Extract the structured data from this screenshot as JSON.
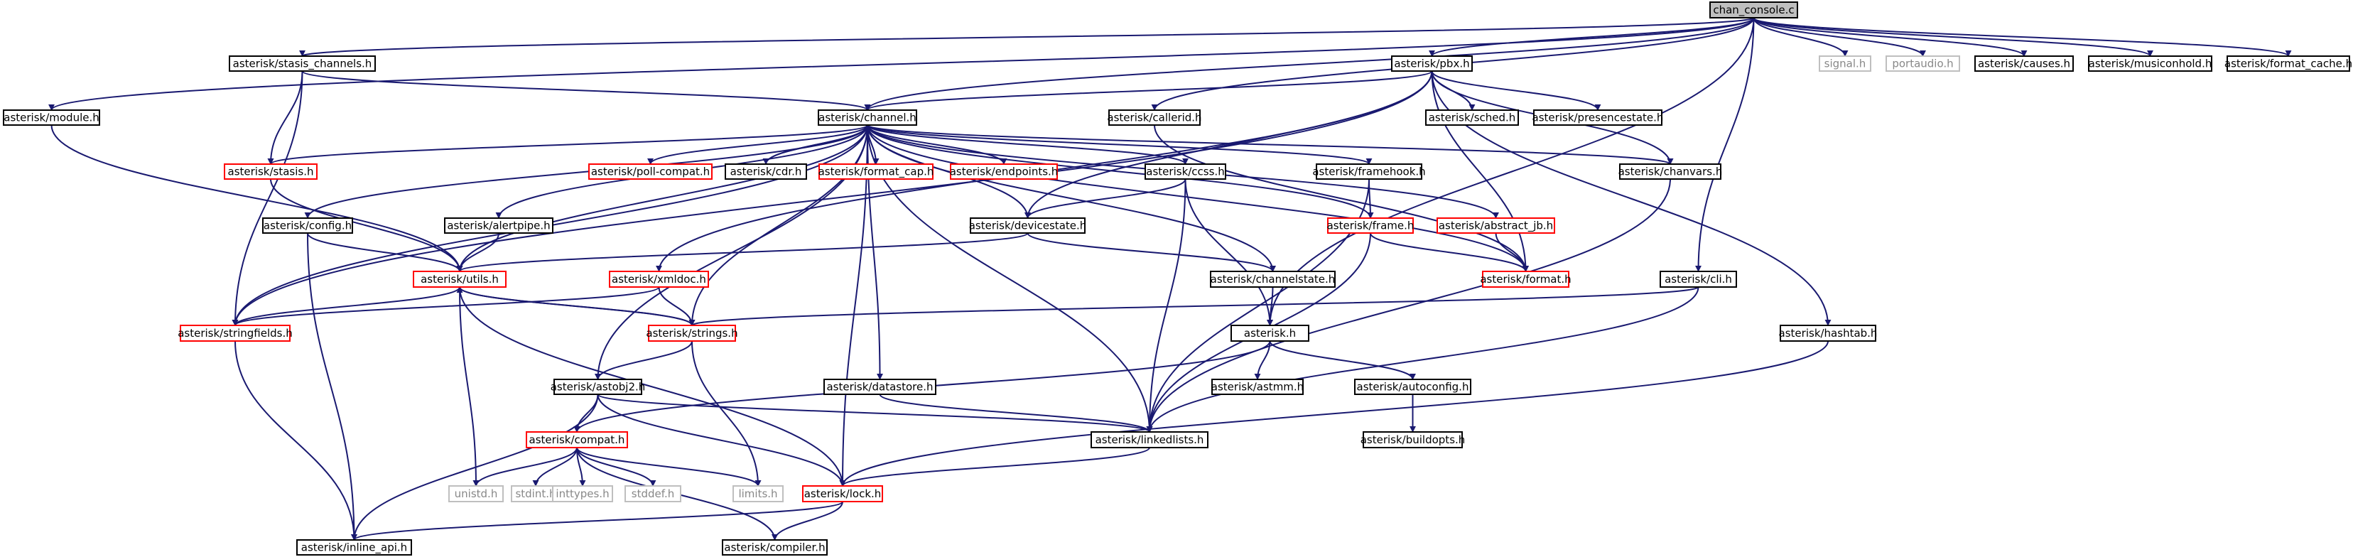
{
  "nodes": [
    {
      "id": "chan_console",
      "label": "chan_console.c",
      "kind": "root",
      "link": false
    },
    {
      "id": "stasis_channels",
      "label": "asterisk/stasis_channels.h",
      "kind": "normal",
      "link": true
    },
    {
      "id": "pbx",
      "label": "asterisk/pbx.h",
      "kind": "normal",
      "link": true
    },
    {
      "id": "signal",
      "label": "signal.h",
      "kind": "system",
      "link": false
    },
    {
      "id": "portaudio",
      "label": "portaudio.h",
      "kind": "system",
      "link": false
    },
    {
      "id": "causes",
      "label": "asterisk/causes.h",
      "kind": "normal",
      "link": true
    },
    {
      "id": "musiconhold",
      "label": "asterisk/musiconhold.h",
      "kind": "normal",
      "link": true
    },
    {
      "id": "format_cache",
      "label": "asterisk/format_cache.h",
      "kind": "normal",
      "link": true
    },
    {
      "id": "module",
      "label": "asterisk/module.h",
      "kind": "normal",
      "link": true
    },
    {
      "id": "channel",
      "label": "asterisk/channel.h",
      "kind": "normal",
      "link": true
    },
    {
      "id": "callerid",
      "label": "asterisk/callerid.h",
      "kind": "normal",
      "link": true
    },
    {
      "id": "sched",
      "label": "asterisk/sched.h",
      "kind": "normal",
      "link": true
    },
    {
      "id": "presencestate",
      "label": "asterisk/presencestate.h",
      "kind": "normal",
      "link": true
    },
    {
      "id": "stasis",
      "label": "asterisk/stasis.h",
      "kind": "truncated",
      "link": true
    },
    {
      "id": "poll_compat",
      "label": "asterisk/poll-compat.h",
      "kind": "truncated",
      "link": true
    },
    {
      "id": "cdr",
      "label": "asterisk/cdr.h",
      "kind": "normal",
      "link": true
    },
    {
      "id": "format_cap",
      "label": "asterisk/format_cap.h",
      "kind": "truncated",
      "link": true
    },
    {
      "id": "endpoints",
      "label": "asterisk/endpoints.h",
      "kind": "truncated",
      "link": true
    },
    {
      "id": "ccss",
      "label": "asterisk/ccss.h",
      "kind": "normal",
      "link": true
    },
    {
      "id": "framehook",
      "label": "asterisk/framehook.h",
      "kind": "normal",
      "link": true
    },
    {
      "id": "chanvars",
      "label": "asterisk/chanvars.h",
      "kind": "normal",
      "link": true
    },
    {
      "id": "config",
      "label": "asterisk/config.h",
      "kind": "normal",
      "link": true
    },
    {
      "id": "alertpipe",
      "label": "asterisk/alertpipe.h",
      "kind": "normal",
      "link": true
    },
    {
      "id": "devicestate",
      "label": "asterisk/devicestate.h",
      "kind": "normal",
      "link": true
    },
    {
      "id": "frame",
      "label": "asterisk/frame.h",
      "kind": "truncated",
      "link": true
    },
    {
      "id": "abstract_jb",
      "label": "asterisk/abstract_jb.h",
      "kind": "truncated",
      "link": true
    },
    {
      "id": "utils",
      "label": "asterisk/utils.h",
      "kind": "truncated",
      "link": true
    },
    {
      "id": "xmldoc",
      "label": "asterisk/xmldoc.h",
      "kind": "truncated",
      "link": true
    },
    {
      "id": "channelstate",
      "label": "asterisk/channelstate.h",
      "kind": "normal",
      "link": true
    },
    {
      "id": "format",
      "label": "asterisk/format.h",
      "kind": "truncated",
      "link": true
    },
    {
      "id": "cli",
      "label": "asterisk/cli.h",
      "kind": "normal",
      "link": true
    },
    {
      "id": "stringfields",
      "label": "asterisk/stringfields.h",
      "kind": "truncated",
      "link": true
    },
    {
      "id": "strings",
      "label": "asterisk/strings.h",
      "kind": "truncated",
      "link": true
    },
    {
      "id": "asterisk",
      "label": "asterisk.h",
      "kind": "normal",
      "link": true
    },
    {
      "id": "hashtab",
      "label": "asterisk/hashtab.h",
      "kind": "normal",
      "link": true
    },
    {
      "id": "astobj2",
      "label": "asterisk/astobj2.h",
      "kind": "normal",
      "link": true
    },
    {
      "id": "datastore",
      "label": "asterisk/datastore.h",
      "kind": "normal",
      "link": true
    },
    {
      "id": "astmm",
      "label": "asterisk/astmm.h",
      "kind": "normal",
      "link": true
    },
    {
      "id": "autoconfig",
      "label": "asterisk/autoconfig.h",
      "kind": "normal",
      "link": true
    },
    {
      "id": "compat",
      "label": "asterisk/compat.h",
      "kind": "truncated",
      "link": true
    },
    {
      "id": "linkedlists",
      "label": "asterisk/linkedlists.h",
      "kind": "normal",
      "link": true
    },
    {
      "id": "buildopts",
      "label": "asterisk/buildopts.h",
      "kind": "normal",
      "link": true
    },
    {
      "id": "unistd",
      "label": "unistd.h",
      "kind": "system",
      "link": false
    },
    {
      "id": "stdint",
      "label": "stdint.h",
      "kind": "system",
      "link": false
    },
    {
      "id": "inttypes",
      "label": "inttypes.h",
      "kind": "system",
      "link": false
    },
    {
      "id": "stddef",
      "label": "stddef.h",
      "kind": "system",
      "link": false
    },
    {
      "id": "limits",
      "label": "limits.h",
      "kind": "system",
      "link": false
    },
    {
      "id": "lock",
      "label": "asterisk/lock.h",
      "kind": "truncated",
      "link": true
    },
    {
      "id": "inline_api",
      "label": "asterisk/inline_api.h",
      "kind": "normal",
      "link": true
    },
    {
      "id": "compiler",
      "label": "asterisk/compiler.h",
      "kind": "normal",
      "link": true
    }
  ],
  "edges": [
    [
      "chan_console",
      "stasis_channels"
    ],
    [
      "chan_console",
      "pbx"
    ],
    [
      "chan_console",
      "signal"
    ],
    [
      "chan_console",
      "portaudio"
    ],
    [
      "chan_console",
      "causes"
    ],
    [
      "chan_console",
      "musiconhold"
    ],
    [
      "chan_console",
      "format_cache"
    ],
    [
      "chan_console",
      "module"
    ],
    [
      "chan_console",
      "channel"
    ],
    [
      "chan_console",
      "callerid"
    ],
    [
      "chan_console",
      "cli"
    ],
    [
      "chan_console",
      "asterisk"
    ],
    [
      "stasis_channels",
      "channel"
    ],
    [
      "stasis_channels",
      "stasis"
    ],
    [
      "stasis_channels",
      "stringfields"
    ],
    [
      "pbx",
      "channel"
    ],
    [
      "pbx",
      "sched"
    ],
    [
      "pbx",
      "presencestate"
    ],
    [
      "pbx",
      "chanvars"
    ],
    [
      "pbx",
      "devicestate"
    ],
    [
      "pbx",
      "hashtab"
    ],
    [
      "pbx",
      "format"
    ],
    [
      "pbx",
      "stringfields"
    ],
    [
      "pbx",
      "xmldoc"
    ],
    [
      "module",
      "utils"
    ],
    [
      "channel",
      "stasis"
    ],
    [
      "channel",
      "poll_compat"
    ],
    [
      "channel",
      "cdr"
    ],
    [
      "channel",
      "format_cap"
    ],
    [
      "channel",
      "endpoints"
    ],
    [
      "channel",
      "ccss"
    ],
    [
      "channel",
      "framehook"
    ],
    [
      "channel",
      "chanvars"
    ],
    [
      "channel",
      "config"
    ],
    [
      "channel",
      "alertpipe"
    ],
    [
      "channel",
      "frame"
    ],
    [
      "channel",
      "abstract_jb"
    ],
    [
      "channel",
      "format"
    ],
    [
      "channel",
      "utils"
    ],
    [
      "channel",
      "stringfields"
    ],
    [
      "channel",
      "channelstate"
    ],
    [
      "channel",
      "astobj2"
    ],
    [
      "channel",
      "datastore"
    ],
    [
      "channel",
      "linkedlists"
    ],
    [
      "channel",
      "lock"
    ],
    [
      "channel",
      "devicestate"
    ],
    [
      "channel",
      "strings"
    ],
    [
      "cdr",
      "channel"
    ],
    [
      "callerid",
      "format"
    ],
    [
      "stasis",
      "utils"
    ],
    [
      "ccss",
      "devicestate"
    ],
    [
      "ccss",
      "linkedlists"
    ],
    [
      "ccss",
      "asterisk"
    ],
    [
      "framehook",
      "frame"
    ],
    [
      "framehook",
      "linkedlists"
    ],
    [
      "chanvars",
      "linkedlists"
    ],
    [
      "config",
      "utils"
    ],
    [
      "config",
      "inline_api"
    ],
    [
      "alertpipe",
      "utils"
    ],
    [
      "devicestate",
      "channelstate"
    ],
    [
      "devicestate",
      "utils"
    ],
    [
      "frame",
      "format"
    ],
    [
      "frame",
      "linkedlists"
    ],
    [
      "abstract_jb",
      "format"
    ],
    [
      "utils",
      "stringfields"
    ],
    [
      "utils",
      "strings"
    ],
    [
      "utils",
      "unistd"
    ],
    [
      "utils",
      "lock"
    ],
    [
      "xmldoc",
      "strings"
    ],
    [
      "xmldoc",
      "stringfields"
    ],
    [
      "channelstate",
      "asterisk"
    ],
    [
      "cli",
      "linkedlists"
    ],
    [
      "cli",
      "strings"
    ],
    [
      "stringfields",
      "inline_api"
    ],
    [
      "strings",
      "utils"
    ],
    [
      "strings",
      "astobj2"
    ],
    [
      "strings",
      "limits"
    ],
    [
      "asterisk",
      "astmm"
    ],
    [
      "asterisk",
      "autoconfig"
    ],
    [
      "asterisk",
      "compat"
    ],
    [
      "hashtab",
      "lock"
    ],
    [
      "astobj2",
      "compat"
    ],
    [
      "astobj2",
      "lock"
    ],
    [
      "astobj2",
      "linkedlists"
    ],
    [
      "astobj2",
      "inline_api"
    ],
    [
      "datastore",
      "linkedlists"
    ],
    [
      "autoconfig",
      "buildopts"
    ],
    [
      "compat",
      "unistd"
    ],
    [
      "compat",
      "stdint"
    ],
    [
      "compat",
      "inttypes"
    ],
    [
      "compat",
      "stddef"
    ],
    [
      "compat",
      "limits"
    ],
    [
      "compat",
      "compiler"
    ],
    [
      "linkedlists",
      "lock"
    ],
    [
      "lock",
      "inline_api"
    ],
    [
      "lock",
      "compiler"
    ]
  ],
  "colors": {
    "edge": "#191970",
    "border_normal": "#000000",
    "border_truncated": "#ff0000",
    "border_system": "#bfbfbf",
    "root_fill": "#bfbfbf",
    "fill": "#ffffff",
    "system_text": "#888888"
  }
}
